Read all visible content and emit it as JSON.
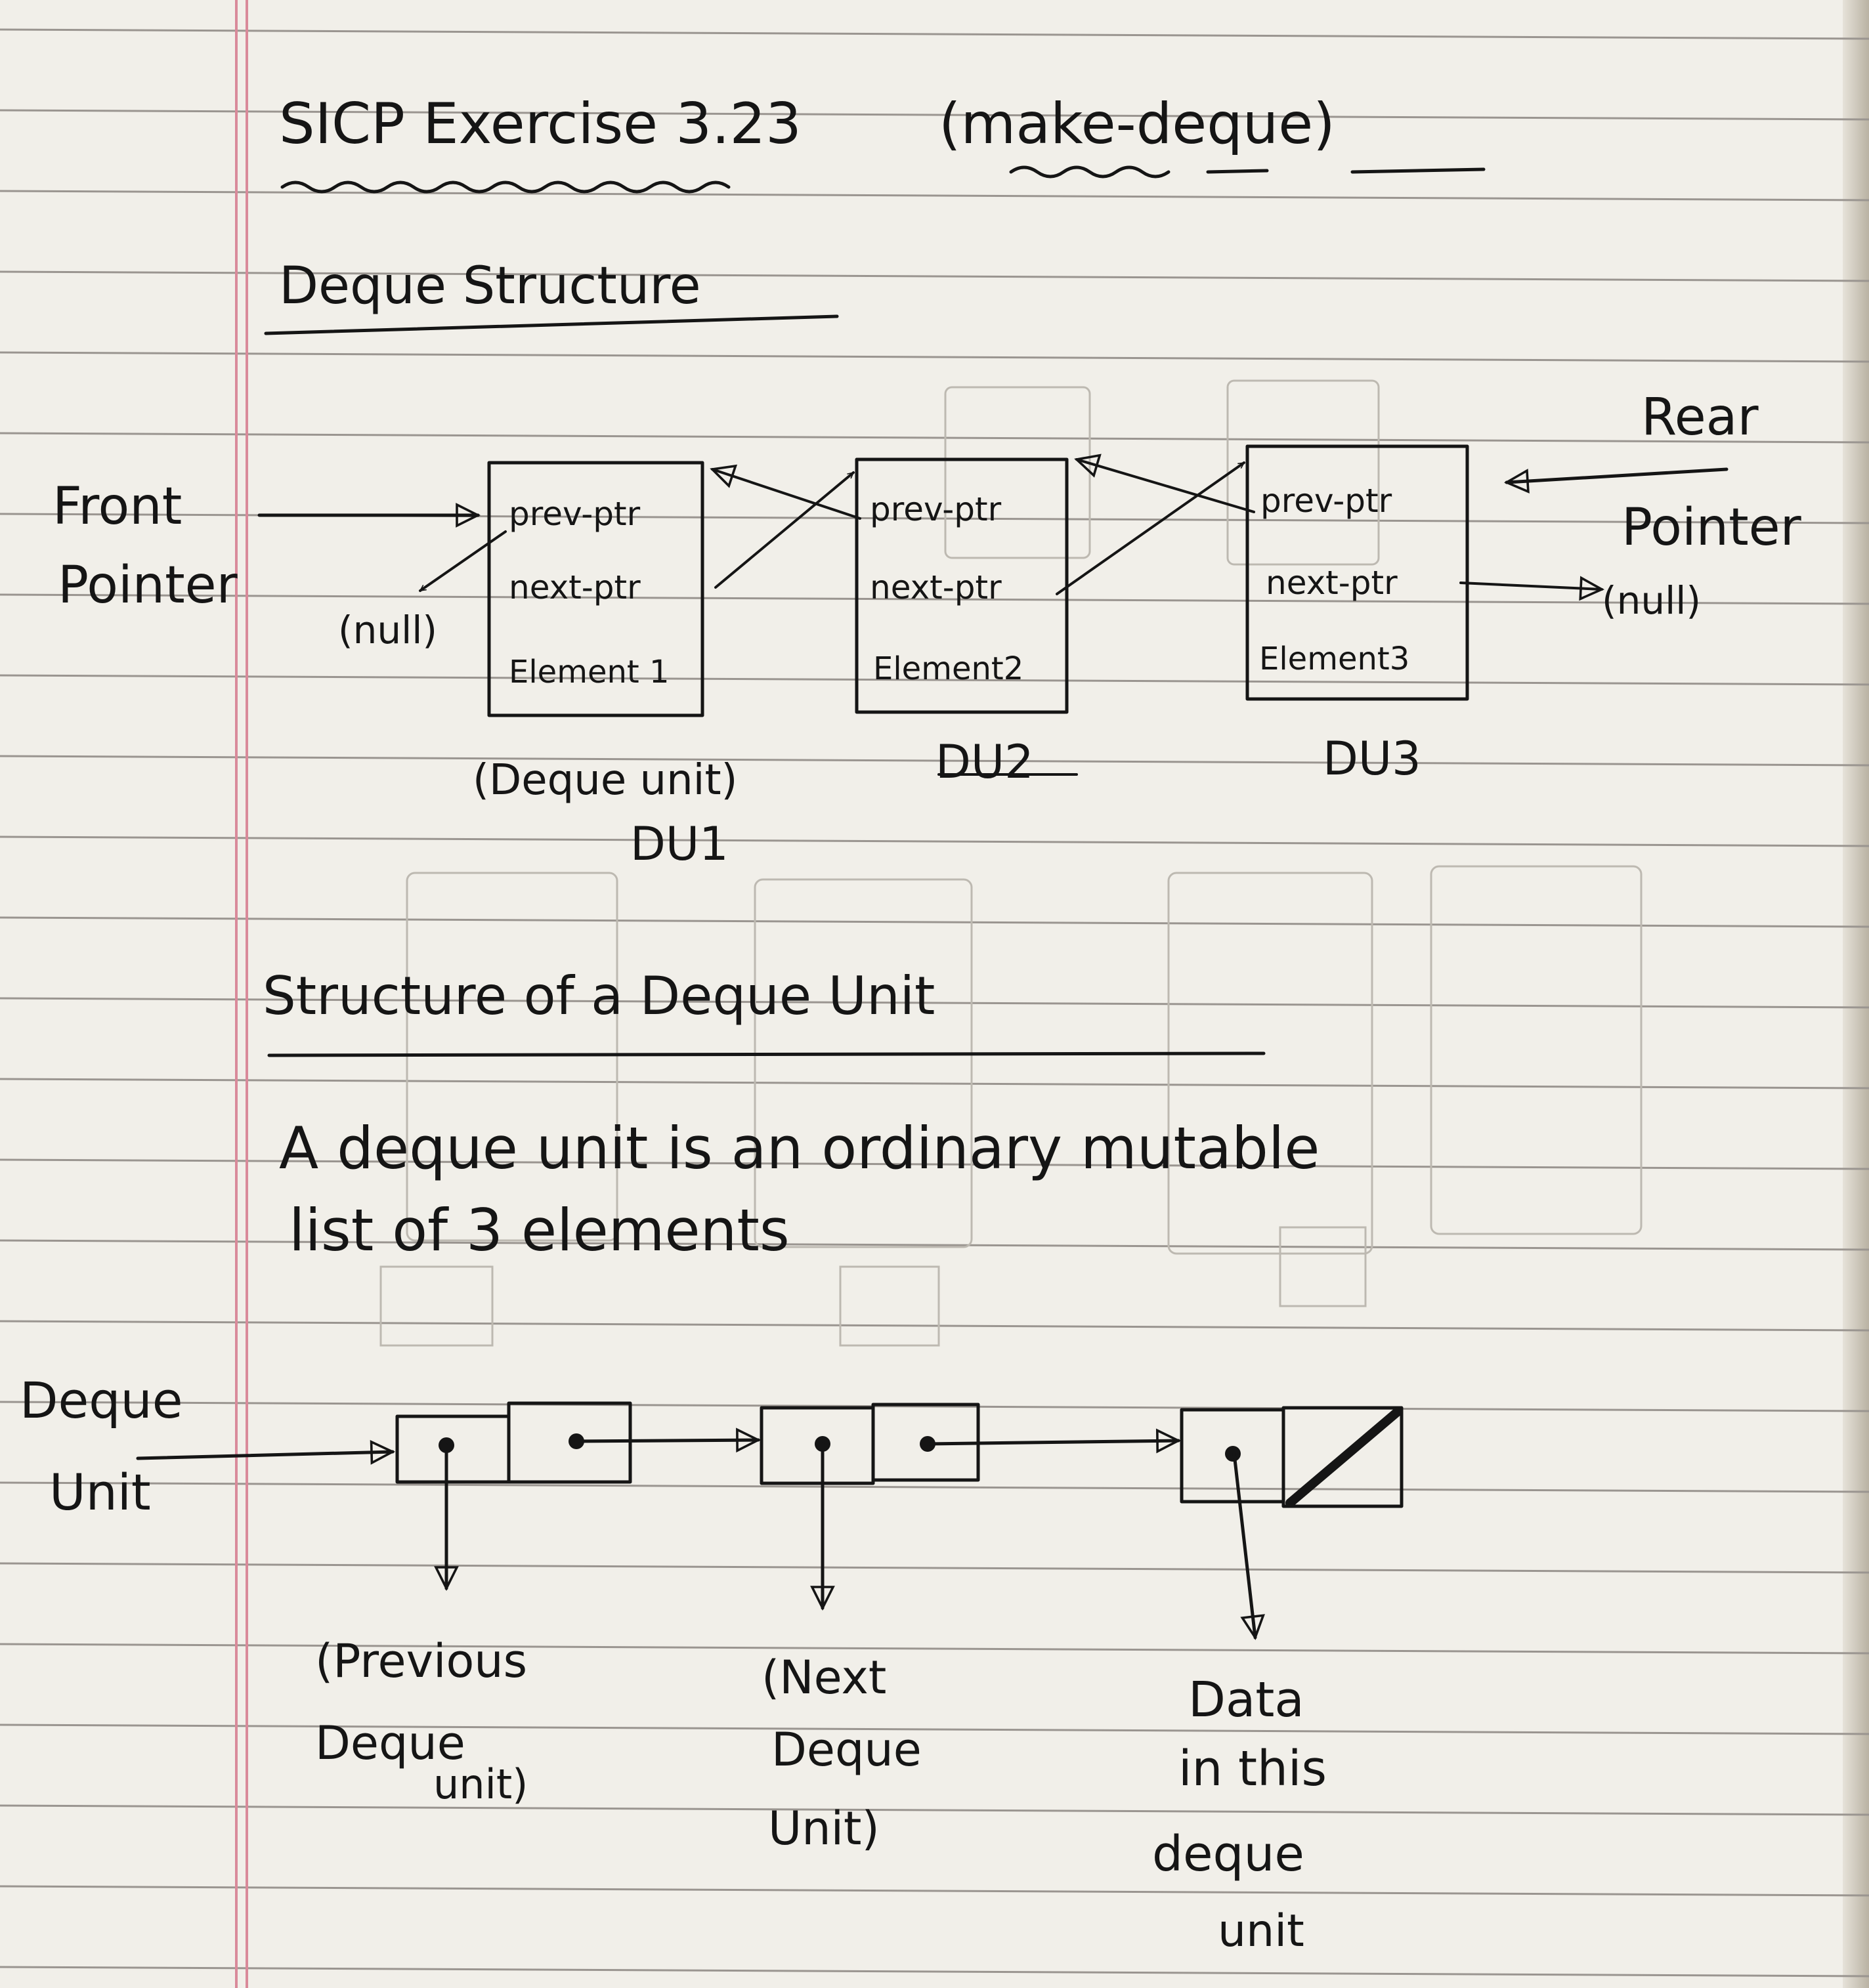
{
  "title": "SICP Exercise 3.23",
  "title_paren": "(make-deque)",
  "section1": {
    "heading": "Deque Structure"
  },
  "front_pointer": {
    "line1": "Front",
    "line2": "Pointer"
  },
  "rear_pointer": {
    "line1": "Rear",
    "line2": "Pointer"
  },
  "null_label": "(null)",
  "units": [
    {
      "fields": [
        "prev-ptr",
        "next-ptr",
        "Element 1"
      ],
      "label": "(Deque unit)",
      "sublabel": "DU1"
    },
    {
      "fields": [
        "prev-ptr",
        "next-ptr",
        "Element2"
      ],
      "label": "DU2",
      "sublabel": ""
    },
    {
      "fields": [
        "prev-ptr",
        "next-ptr",
        "Element3"
      ],
      "label": "DU3",
      "sublabel": ""
    }
  ],
  "section2": {
    "heading": "Structure of a Deque Unit",
    "text_line1": "A deque unit is an ordinary mutable",
    "text_line2": "list of 3 elements"
  },
  "box_pointer": {
    "left_label": [
      "Deque",
      "Unit"
    ],
    "captions": [
      [
        "(Previous",
        "Deque",
        "unit)"
      ],
      [
        "(Next",
        "Deque",
        "Unit)"
      ],
      [
        "Data",
        "in this",
        "deque",
        "unit"
      ]
    ]
  },
  "colors": {
    "paper": "#f1efe9",
    "rule_line": "#9a9590",
    "margin_line": "#d98a9a",
    "ink": "#151515"
  }
}
